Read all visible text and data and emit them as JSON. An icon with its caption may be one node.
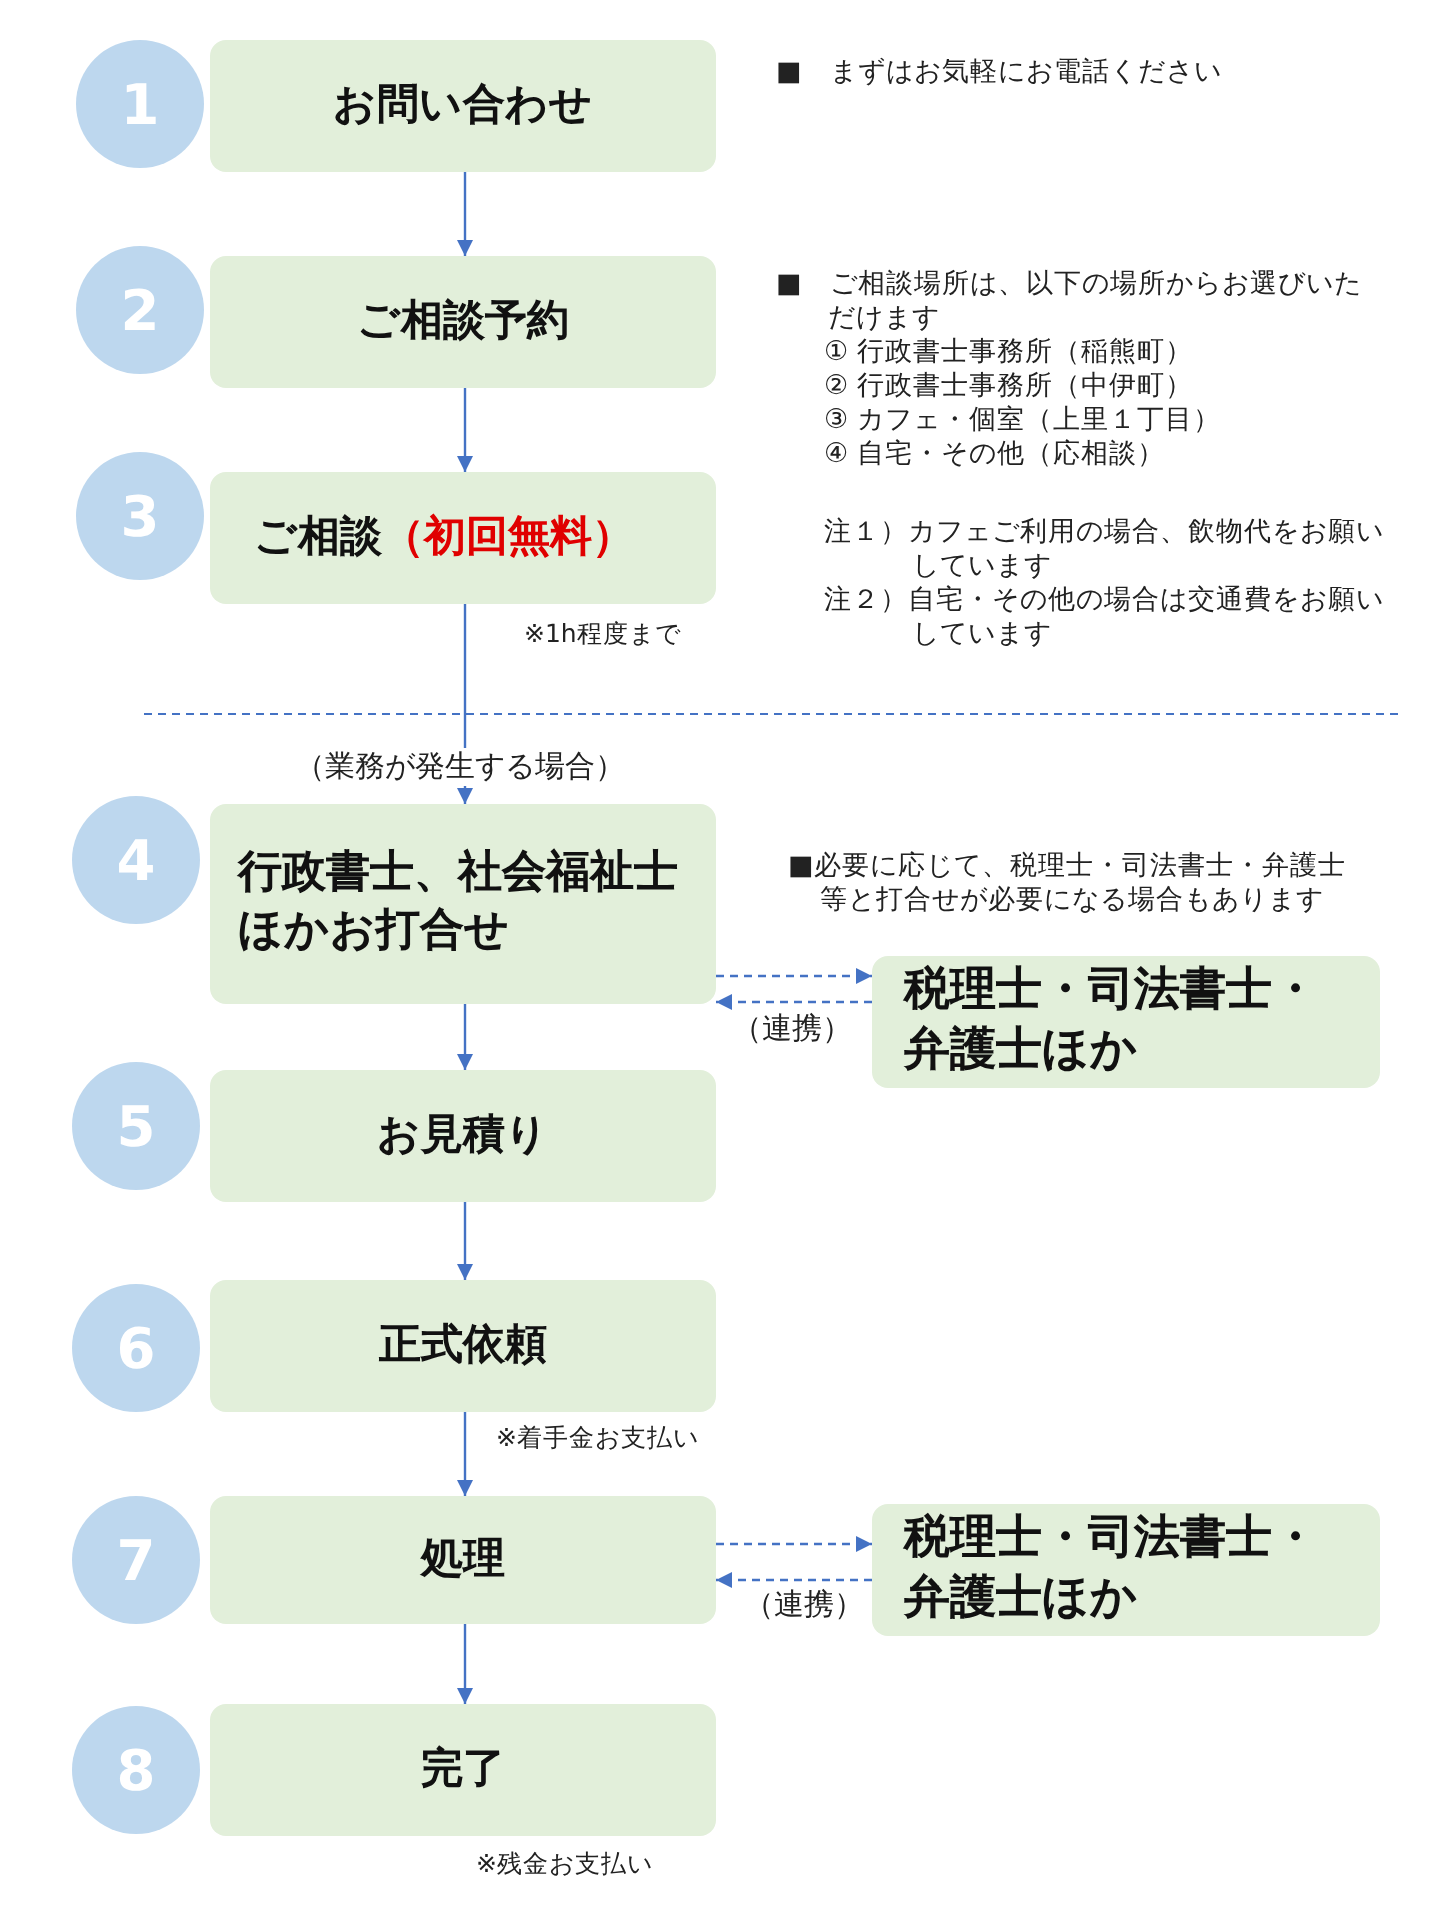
{
  "diagram": {
    "nodes": [
      {
        "text": [
          "1"
        ]
      },
      {
        "text": [
          "お問い合わせ"
        ]
      },
      {
        "text": [
          "2"
        ]
      },
      {
        "text": [
          "ご相談予約"
        ]
      },
      {
        "text": [
          "3"
        ]
      },
      {
        "text": [
          "ご相談",
          "（初回無料）"
        ],
        "beside": [
          "※1h程度まで"
        ]
      },
      {
        "text": [
          "4"
        ]
      },
      {
        "text": [
          "行政書士、社会福祉士ほかお打合せ"
        ]
      },
      {
        "text": [
          "税理士・司法書士・弁護士ほか"
        ]
      },
      {
        "text": [
          "5"
        ]
      },
      {
        "text": [
          "お見積り"
        ]
      },
      {
        "text": [
          "6"
        ]
      },
      {
        "text": [
          "正式依頼"
        ],
        "beside": [
          "※着手金お支払い"
        ]
      },
      {
        "text": [
          "7"
        ]
      },
      {
        "text": [
          "処理"
        ]
      },
      {
        "text": [
          "税理士・司法書士・弁護士ほか"
        ]
      },
      {
        "text": [
          "8"
        ]
      },
      {
        "text": [
          "完了"
        ],
        "beside": [
          "※残金お支払い"
        ]
      }
    ],
    "edges": [
      {
        "from": 1,
        "to": 3,
        "arrow": "to"
      },
      {
        "from": 3,
        "to": 5,
        "arrow": "to"
      },
      {
        "from": 5,
        "to": 7,
        "arrow": "to",
        "label": "（業務が発生する場合）"
      },
      {
        "from": 7,
        "to": 8,
        "arrow": "to",
        "style": "dashed"
      },
      {
        "from": 8,
        "to": 7,
        "arrow": "to",
        "style": "dashed",
        "label": "（連携）"
      },
      {
        "from": 7,
        "to": 10,
        "arrow": "to"
      },
      {
        "from": 10,
        "to": 12,
        "arrow": "to"
      },
      {
        "from": 12,
        "to": 14,
        "arrow": "to"
      },
      {
        "from": 14,
        "to": 15,
        "arrow": "to",
        "style": "dashed"
      },
      {
        "from": 15,
        "to": 14,
        "arrow": "to",
        "style": "dashed",
        "label": "（連携）"
      },
      {
        "from": 14,
        "to": 17,
        "arrow": "to"
      }
    ],
    "labels": [
      "■　まずはお気軽にお電話ください",
      "■　ご相談場所は、以下の場所からお選びいただけます",
      "① 行政書士事務所（稲熊町）",
      "② 行政書士事務所（中伊町）",
      "③ カフェ・個室（上里１丁目）",
      "④ 自宅・その他（応相談）",
      "注１）カフェご利用の場合、飲物代をお願いしています",
      "注２）自宅・その他の場合は交通費をお願いしています",
      "■必要に応じて、税理士・司法書士・弁護士等と打合せが必要になる場合もあります"
    ]
  }
}
